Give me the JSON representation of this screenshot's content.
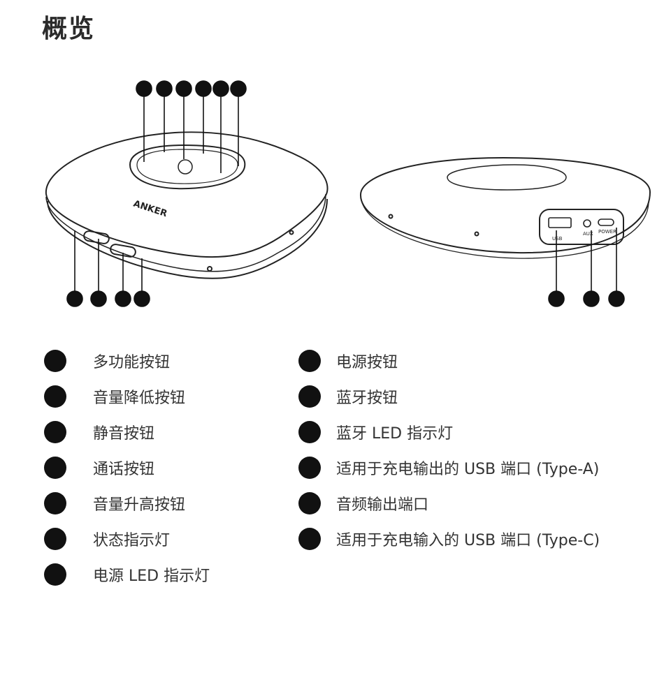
{
  "page": {
    "title": "概览"
  },
  "device": {
    "brand_logo": "ANKER",
    "port_labels": {
      "usb": "USB",
      "aux": "AUX",
      "power": "POWER"
    }
  },
  "legend": {
    "left": [
      "多功能按钮",
      "音量降低按钮",
      "静音按钮",
      "通话按钮",
      "音量升高按钮",
      "状态指示灯",
      "电源 LED 指示灯"
    ],
    "right": [
      "电源按钮",
      "蓝牙按钮",
      "蓝牙 LED 指示灯",
      "适用于充电输出的 USB 端口 (Type-A)",
      "音频输出端口",
      "适用于充电输入的 USB 端口 (Type-C)"
    ]
  }
}
